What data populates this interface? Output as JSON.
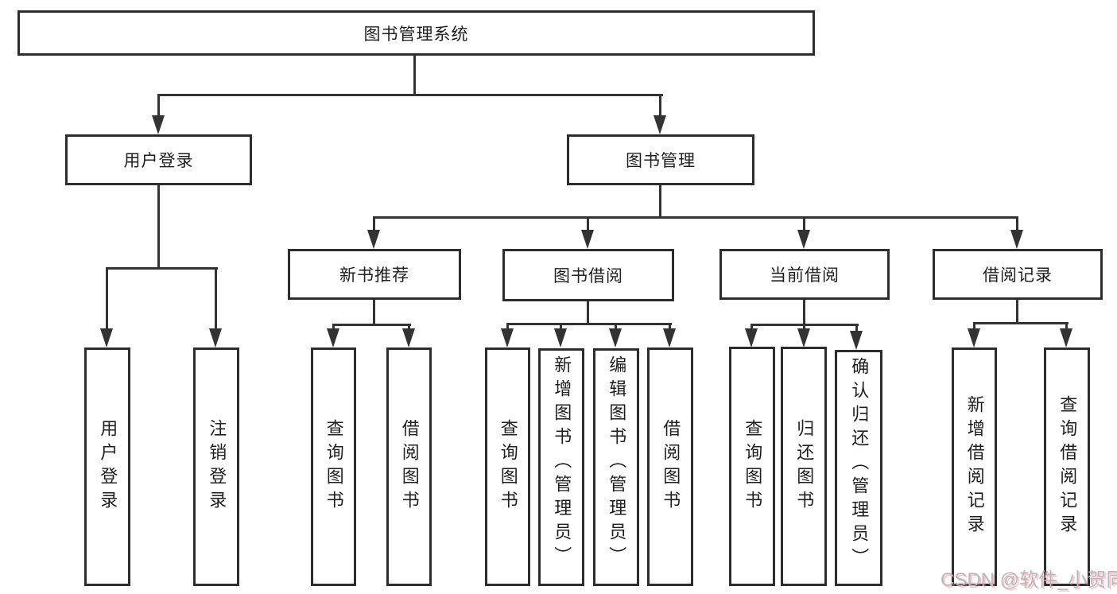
{
  "title": "图书管理系统",
  "tree": {
    "root": {
      "label": "图书管理系统"
    },
    "branches": [
      {
        "label": "用户登录",
        "children": [
          {
            "label": "用户登录"
          },
          {
            "label": "注销登录"
          }
        ]
      },
      {
        "label": "图书管理",
        "children": [
          {
            "label": "新书推荐",
            "children": [
              {
                "label": "查询图书"
              },
              {
                "label": "借阅图书"
              }
            ]
          },
          {
            "label": "图书借阅",
            "children": [
              {
                "label": "查询图书"
              },
              {
                "label": "新增图书（管理员）"
              },
              {
                "label": "编辑图书（管理员）"
              },
              {
                "label": "借阅图书"
              }
            ]
          },
          {
            "label": "当前借阅",
            "children": [
              {
                "label": "查询图书"
              },
              {
                "label": "归还图书"
              },
              {
                "label": "确认归还（管理员）"
              }
            ]
          },
          {
            "label": "借阅记录",
            "children": [
              {
                "label": "新增借阅记录"
              },
              {
                "label": "查询借阅记录"
              }
            ]
          }
        ]
      }
    ]
  },
  "watermark": "CSDN @软件_小贺同学",
  "colors": {
    "background": "#ffffff",
    "line": "#333333",
    "box_border": "#2d2d2d",
    "text": "#1f1f1f",
    "watermark_text": "#b9b9b9",
    "watermark_shadow": "#ff7d91"
  }
}
